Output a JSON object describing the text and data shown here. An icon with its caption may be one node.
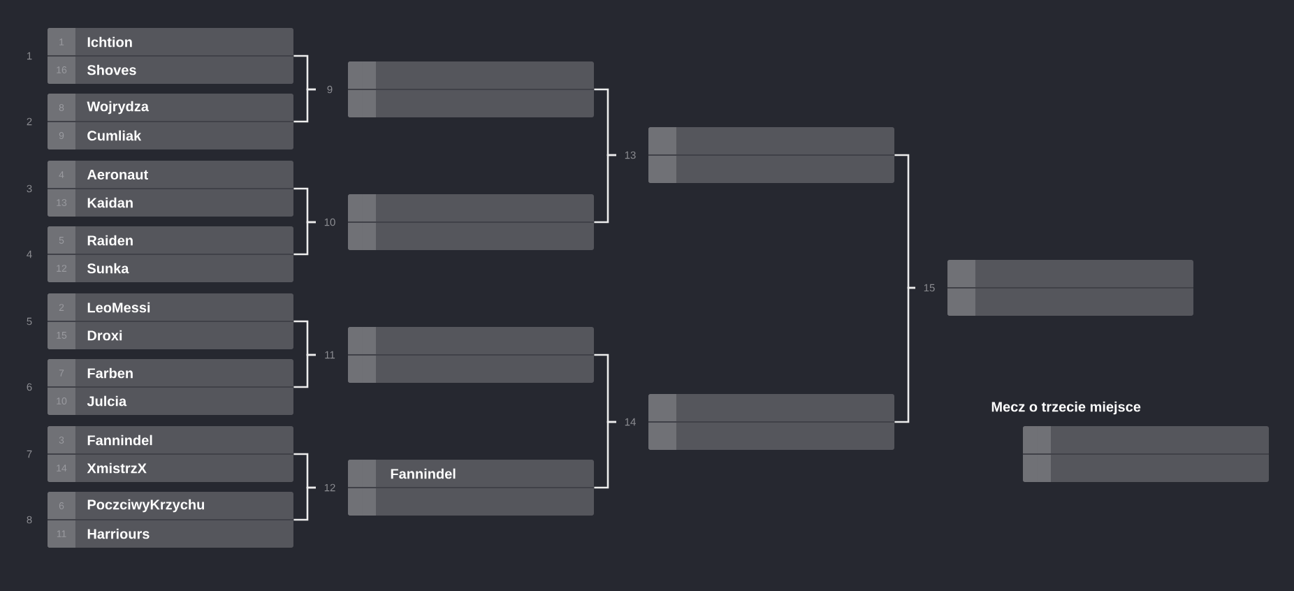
{
  "diagram": {
    "nodes": [
      {
        "text": [
          "1",
          "Ichtion",
          "16",
          "Shoves"
        ],
        "beside": [
          "1"
        ]
      },
      {
        "text": [
          "8",
          "Wojrydza",
          "9",
          "Cumliak"
        ],
        "beside": [
          "2"
        ]
      },
      {
        "text": [
          "4",
          "Aeronaut",
          "13",
          "Kaidan"
        ],
        "beside": [
          "3"
        ]
      },
      {
        "text": [
          "5",
          "Raiden",
          "12",
          "Sunka"
        ],
        "beside": [
          "4"
        ]
      },
      {
        "text": [
          "2",
          "LeoMessi",
          "15",
          "Droxi"
        ],
        "beside": [
          "5"
        ]
      },
      {
        "text": [
          "7",
          "Farben",
          "10",
          "Julcia"
        ],
        "beside": [
          "6"
        ]
      },
      {
        "text": [
          "3",
          "Fannindel",
          "14",
          "XmistrzX"
        ],
        "beside": [
          "7"
        ]
      },
      {
        "text": [
          "6",
          "PoczciwyKrzychu",
          "11",
          "Harriours"
        ],
        "beside": [
          "8"
        ]
      },
      {
        "text": [],
        "shape": "box",
        "beside": [
          "9"
        ]
      },
      {
        "text": [],
        "shape": "box",
        "beside": [
          "10"
        ]
      },
      {
        "text": [],
        "shape": "box",
        "beside": [
          "11"
        ]
      },
      {
        "text": [
          "Fannindel"
        ],
        "beside": [
          "12"
        ]
      },
      {
        "text": [],
        "shape": "box",
        "beside": [
          "13"
        ]
      },
      {
        "text": [],
        "shape": "box",
        "beside": [
          "14"
        ]
      },
      {
        "text": [],
        "shape": "box",
        "beside": [
          "15"
        ]
      },
      {
        "text": [
          "Mecz o trzecie miejsce"
        ]
      }
    ],
    "edges": [
      {
        "from": 0,
        "to": 8,
        "arrow": "none"
      },
      {
        "from": 1,
        "to": 8,
        "arrow": "none"
      },
      {
        "from": 2,
        "to": 9,
        "arrow": "none"
      },
      {
        "from": 3,
        "to": 9,
        "arrow": "none"
      },
      {
        "from": 4,
        "to": 10,
        "arrow": "none"
      },
      {
        "from": 5,
        "to": 10,
        "arrow": "none"
      },
      {
        "from": 6,
        "to": 11,
        "arrow": "none"
      },
      {
        "from": 7,
        "to": 11,
        "arrow": "none"
      },
      {
        "from": 8,
        "to": 12,
        "arrow": "none"
      },
      {
        "from": 9,
        "to": 12,
        "arrow": "none"
      },
      {
        "from": 10,
        "to": 13,
        "arrow": "none"
      },
      {
        "from": 11,
        "to": 13,
        "arrow": "none"
      },
      {
        "from": 12,
        "to": 14,
        "arrow": "none"
      },
      {
        "from": 13,
        "to": 14,
        "arrow": "none"
      }
    ]
  }
}
